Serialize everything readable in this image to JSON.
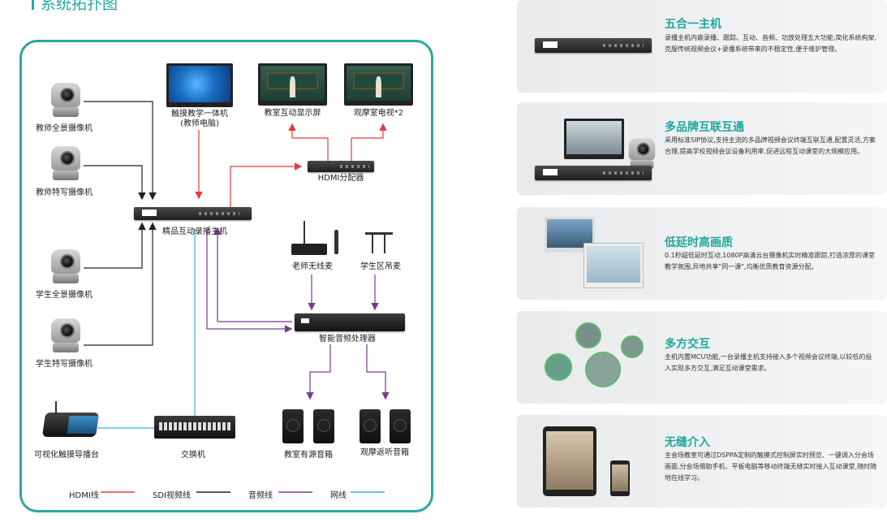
{
  "heading": "系统拓扑图",
  "devices": {
    "cam_teacher_pano": "教师全景摄像机",
    "cam_teacher_feature": "教师特写摄像机",
    "cam_student_pano": "学生全景摄像机",
    "cam_student_feature": "学生特写摄像机",
    "touch_aio_line1": "触摸教学一体机",
    "touch_aio_line2": "(教师电脑)",
    "classroom_display": "教室互动显示屏",
    "observation_tv": "观摩室电视*2",
    "hdmi_splitter": "HDMI分配器",
    "recorder": "精品互动录播主机",
    "wireless_mic": "老师无线麦",
    "student_mic": "学生区吊麦",
    "audio_processor": "智能音频处理器",
    "console": "可视化触摸导播台",
    "switch": "交换机",
    "classroom_speaker": "教室有源音箱",
    "observation_speaker": "观摩返听音箱"
  },
  "legend": [
    {
      "label": "HDMI线",
      "color": "#e83a3a"
    },
    {
      "label": "SDI视频线",
      "color": "#222222"
    },
    {
      "label": "音频线",
      "color": "#7a3b8f"
    },
    {
      "label": "网线",
      "color": "#3bb0d6"
    }
  ],
  "features": [
    {
      "title": "五合一主机",
      "text": "录播主机内嵌录播、跟踪、互动、音频、功放处理五大功能,简化系统构架,克服传统视频会议+录播系统带来的不稳定性,便于维护管理。"
    },
    {
      "title": "多品牌互联互通",
      "text": "采用标准SIP协议,支持主流的多品牌视频会议终端互联互通,配置灵活,方案合理,提高学校视频会议设备利用率,促进远程互动课堂的大规模应用。"
    },
    {
      "title": "低延时高画质",
      "text": "0.1秒超低延时互动,1080P高清云台摄像机实时精准跟踪,打造浓厚的课堂教学氛围,异地共享\"同一课\",均衡优质教育资源分配。"
    },
    {
      "title": "多方交互",
      "text": "主机内置MCU功能,一台录播主机支持接入多个视频会议终端,以较低的投入实现多方交互,满足互动课堂需求。"
    },
    {
      "title": "无缝介入",
      "text": "主会场教室可通过DSPPA定制的触摸式控制屏实时预览、一键调入分会场画面,分会场借助手机、平板电脑等移动终端无缝实时接入互动课堂,随时随地在线学习。"
    }
  ]
}
